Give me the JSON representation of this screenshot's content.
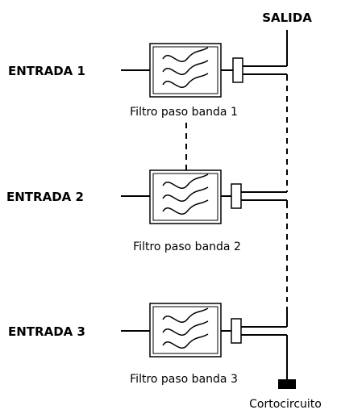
{
  "output_label": "SALIDA",
  "inputs": [
    {
      "label": "ENTRADA 1",
      "filter_label": "Filtro paso banda 1"
    },
    {
      "label": "ENTRADA 2",
      "filter_label": "Filtro paso banda 2"
    },
    {
      "label": "ENTRADA 3",
      "filter_label": "Filtro paso banda 3"
    }
  ],
  "termination_label": "Cortocircuito",
  "filter_icon": "bandpass-filter-icon",
  "colors": {
    "line": "#000000",
    "background": "#ffffff"
  }
}
